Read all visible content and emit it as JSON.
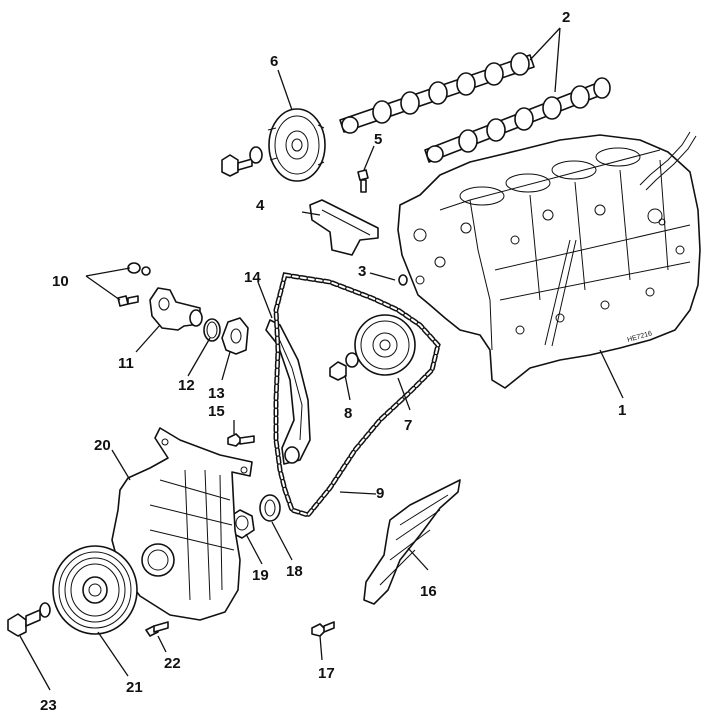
{
  "diagram": {
    "drawing_code": "HE7216",
    "callouts": {
      "c1": "1",
      "c2": "2",
      "c3": "3",
      "c4": "4",
      "c5": "5",
      "c6": "6",
      "c7": "7",
      "c8": "8",
      "c9": "9",
      "c10": "10",
      "c11": "11",
      "c12": "12",
      "c13": "13",
      "c14": "14",
      "c15": "15",
      "c16": "16",
      "c17": "17",
      "c18": "18",
      "c19": "19",
      "c20": "20",
      "c21": "21",
      "c22": "22",
      "c23": "23"
    }
  }
}
